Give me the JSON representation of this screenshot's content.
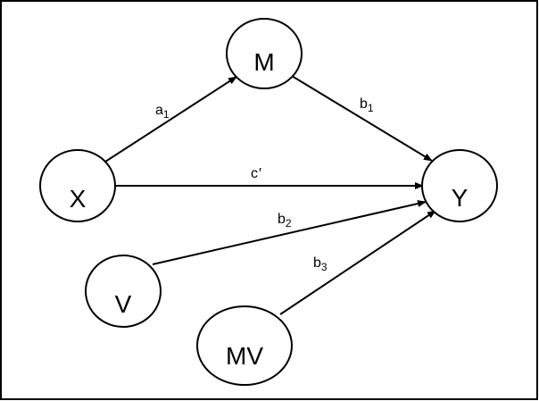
{
  "nodes": {
    "m": {
      "label": "M"
    },
    "x": {
      "label": "X"
    },
    "y": {
      "label": "Y"
    },
    "v": {
      "label": "V"
    },
    "mv": {
      "label": "MV"
    }
  },
  "edges": {
    "x_to_m": {
      "base": "a",
      "sub": "1"
    },
    "m_to_y": {
      "base": "b",
      "sub": "1"
    },
    "x_to_y": {
      "base": "c",
      "sub": "′"
    },
    "v_to_y": {
      "base": "b",
      "sub": "2"
    },
    "mv_to_y": {
      "base": "b",
      "sub": "3"
    }
  }
}
